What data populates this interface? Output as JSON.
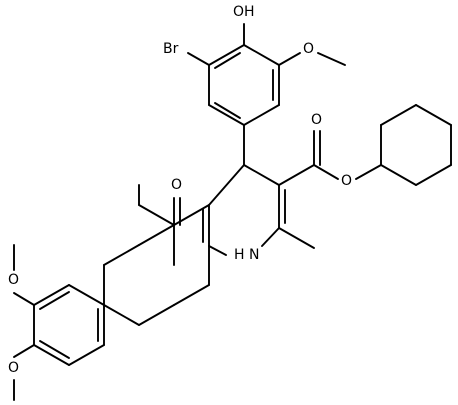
{
  "labels": {
    "hydroxyl": "OH",
    "bromo": "Br",
    "methoxy_top": "O",
    "ketone": "O",
    "ester_carbonyl": "O",
    "ester_oxygen": "O",
    "amine": "H",
    "amine_n": "N",
    "dimethoxy_upper": "O",
    "dimethoxy_lower": "O"
  }
}
